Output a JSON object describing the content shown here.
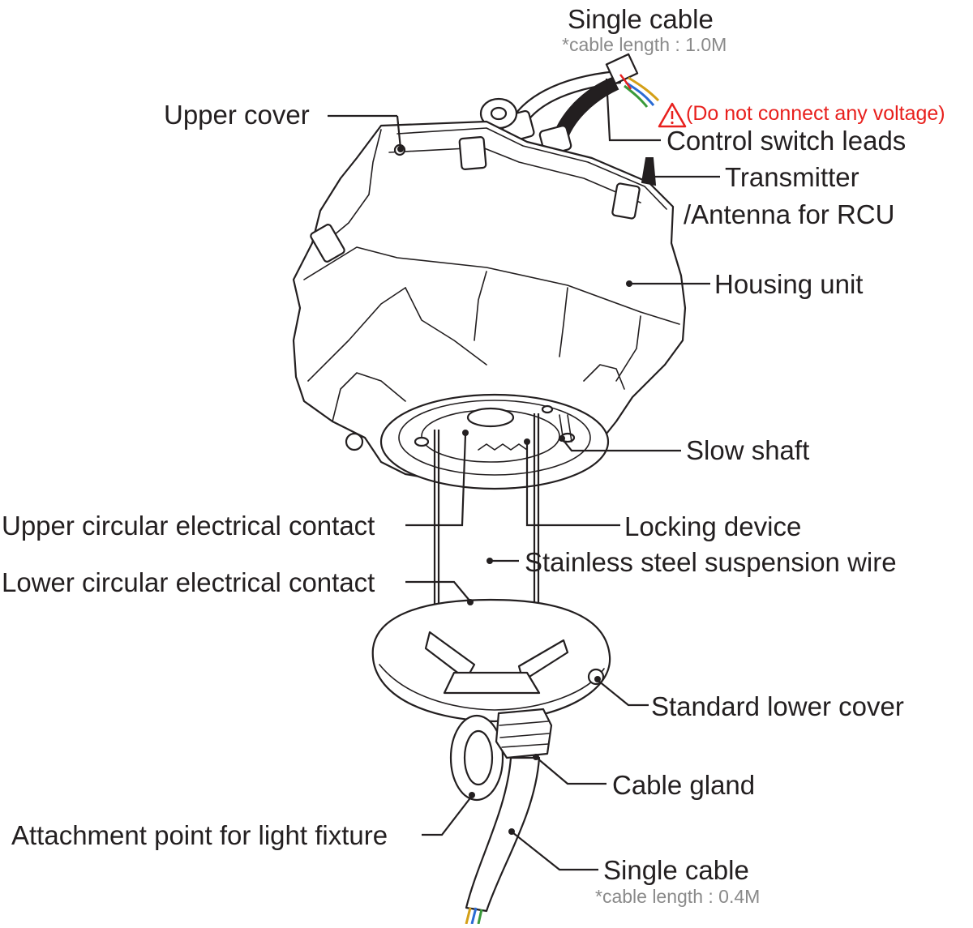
{
  "labels": {
    "single_cable_top": "Single cable",
    "cable_length_top": "*cable length : 1.0M",
    "upper_cover": "Upper cover",
    "warning": "(Do not connect any voltage)",
    "control_switch_leads": "Control switch leads",
    "transmitter_line1": "Transmitter",
    "transmitter_line2": "/Antenna for RCU",
    "housing_unit": "Housing unit",
    "slow_shaft": "Slow shaft",
    "upper_contact": "Upper circular electrical contact",
    "locking_device": "Locking device",
    "suspension_wire": "Stainless steel suspension wire",
    "lower_contact": "Lower circular electrical contact",
    "lower_cover": "Standard lower cover",
    "cable_gland": "Cable gland",
    "attachment_point": "Attachment point for light fixture",
    "single_cable_bottom": "Single cable",
    "cable_length_bottom": "*cable length : 0.4M"
  },
  "icons": {
    "warning": "warning-triangle-icon"
  },
  "colors": {
    "line": "#231f20",
    "warning": "#e8201d",
    "note": "#8a8a8a"
  }
}
